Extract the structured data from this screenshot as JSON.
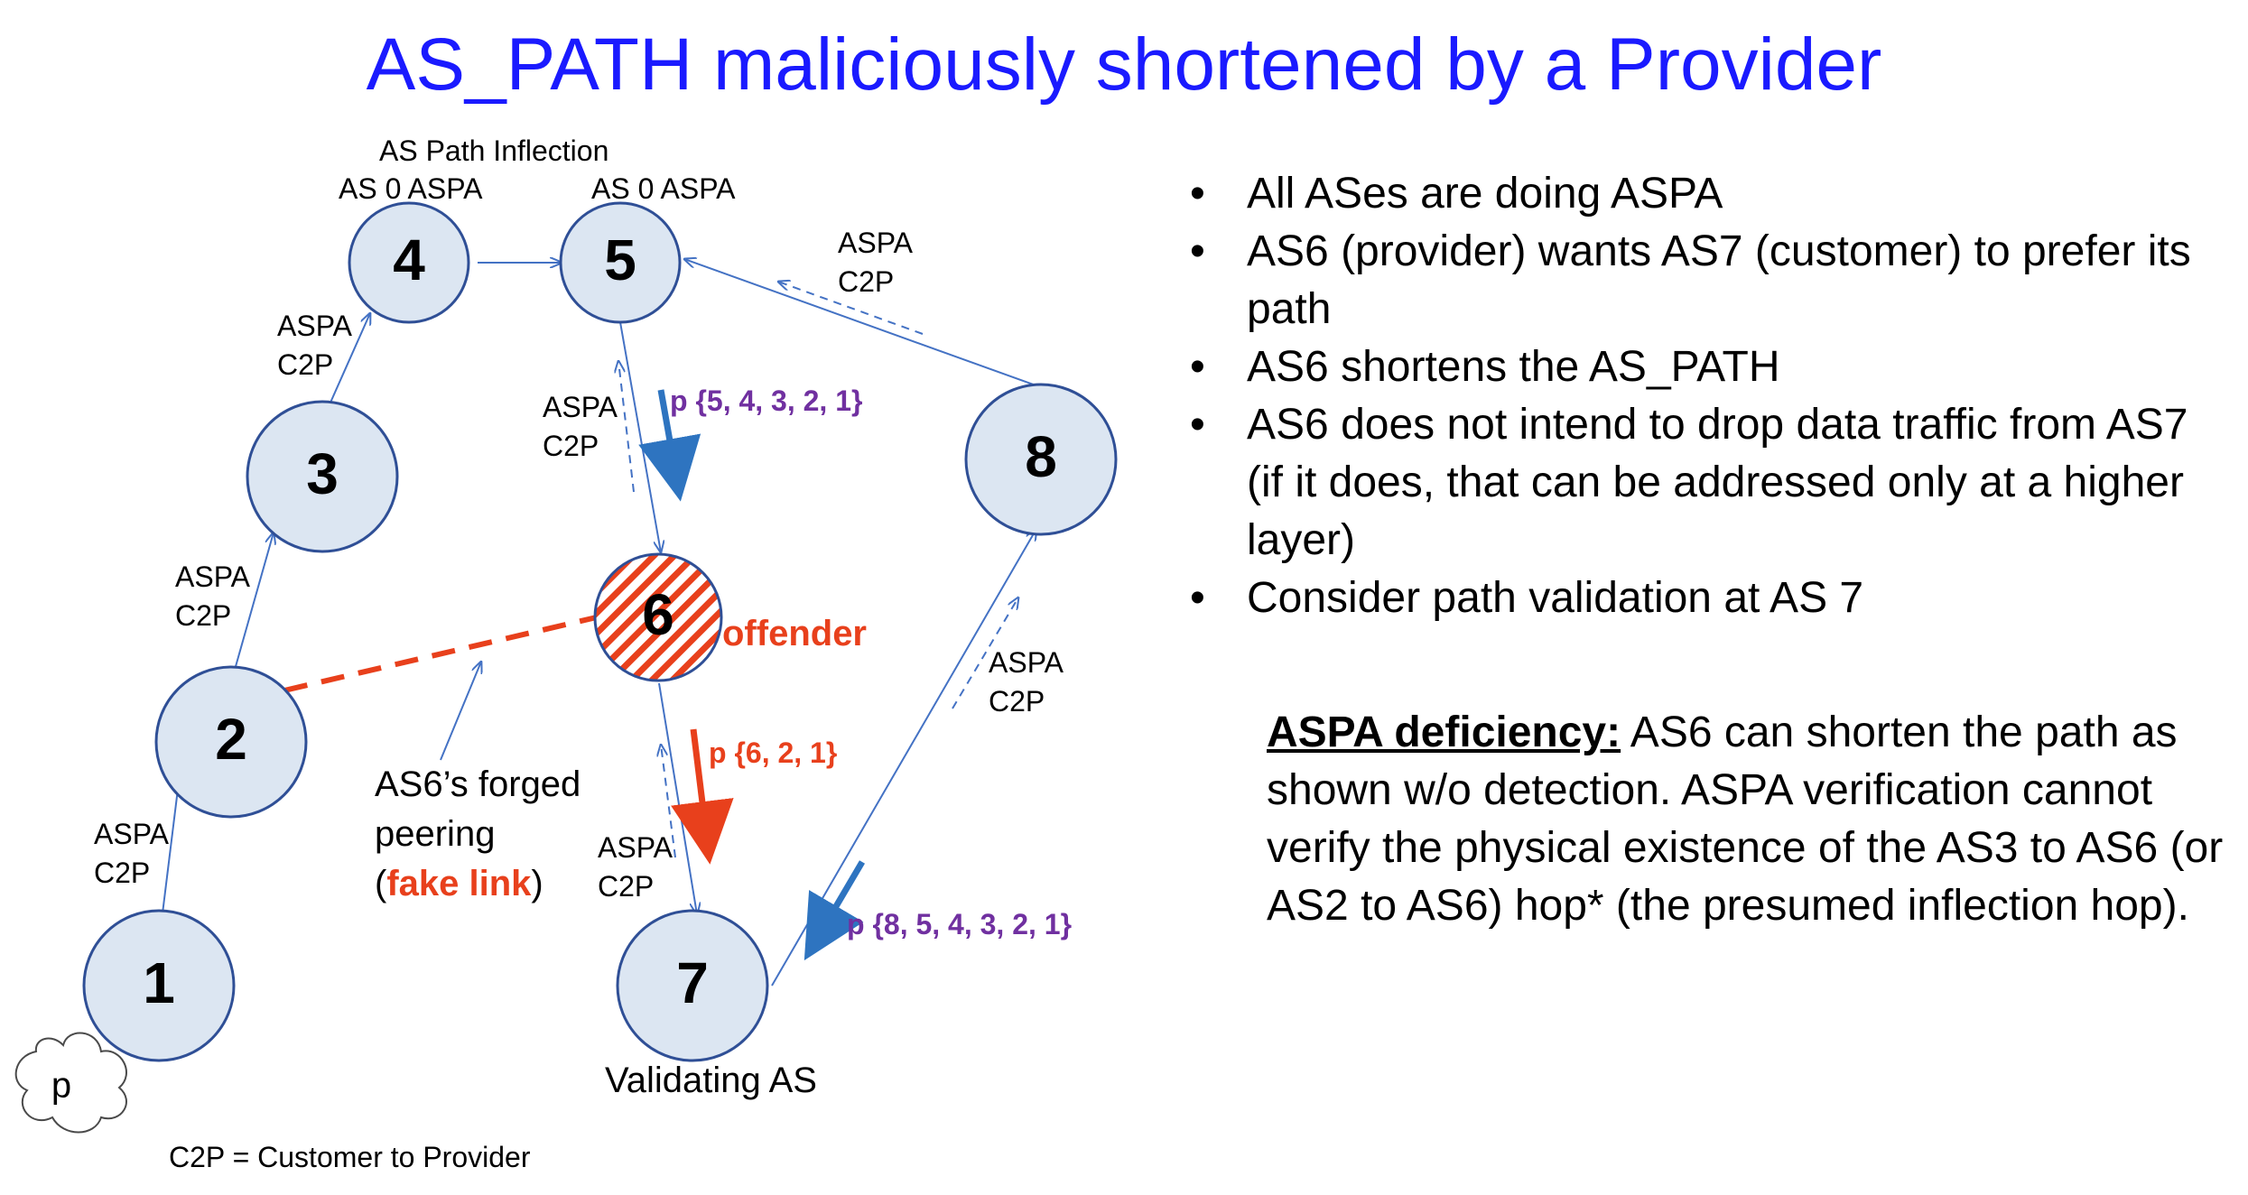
{
  "title": "AS_PATH maliciously shortened by a Provider",
  "nodes": [
    {
      "id": "n1",
      "label": "1"
    },
    {
      "id": "n2",
      "label": "2"
    },
    {
      "id": "n3",
      "label": "3"
    },
    {
      "id": "n4",
      "label": "4"
    },
    {
      "id": "n5",
      "label": "5"
    },
    {
      "id": "n6",
      "label": "6"
    },
    {
      "id": "n7",
      "label": "7"
    },
    {
      "id": "n8",
      "label": "8"
    }
  ],
  "prefix_cloud_label": "p",
  "node_annotations": {
    "as4_line1": "AS Path Inflection",
    "as4_line2": "AS 0 ASPA",
    "as5": "AS 0 ASPA",
    "as6": "offender",
    "as7": "Validating AS"
  },
  "link_labels": {
    "aspa": "ASPA",
    "c2p": "C2P"
  },
  "path_labels": {
    "to_as6": "p {5, 4, 3, 2, 1}",
    "to_as7_from6": "p {6, 2, 1}",
    "to_as7_from8": "p {8, 5, 4, 3, 2, 1}"
  },
  "forged_peering": {
    "line1": "AS6’s forged",
    "line2": "peering",
    "open_paren": "(",
    "fake_link": "fake link",
    "close_paren": ")"
  },
  "legend": "C2P = Customer to Provider",
  "bullets": [
    "All ASes are doing ASPA",
    "AS6 (provider) wants AS7 (customer) to prefer its path",
    "AS6 shortens the AS_PATH",
    "AS6 does not intend to drop data traffic from AS7 (if it does, that can be addressed only at a higher layer)",
    "Consider path validation at AS 7"
  ],
  "deficiency": {
    "heading": "ASPA deficiency:",
    "text": " AS6 can shorten the path as shown w/o detection. ASPA verification cannot verify the physical existence of the AS3 to AS6 (or AS2 to AS6) hop* (the presumed inflection hop)."
  },
  "colors": {
    "title": "#1a1aff",
    "node_fill": "#dce6f2",
    "node_stroke": "#2f4f96",
    "link": "#4472c4",
    "offender": "#e8401c",
    "path_purple": "#7030a0",
    "arrow_blue": "#2e74c0"
  }
}
